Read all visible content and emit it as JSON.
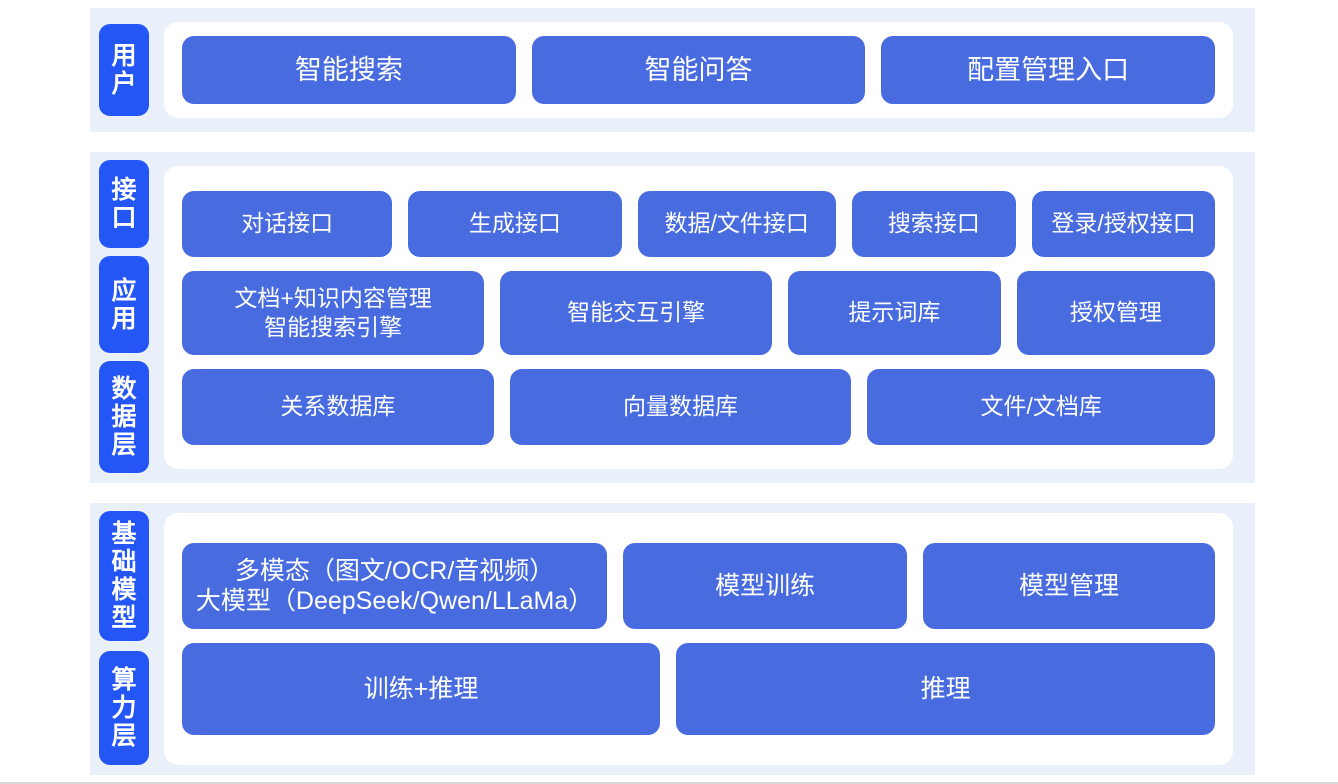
{
  "colors": {
    "band_background": "#eaf0f9",
    "card_background": "#ffffff",
    "layer_chip": "#2455f5",
    "node": "#486ce0",
    "node_text": "#ffffff",
    "page_background": "#ffffff"
  },
  "sections": [
    {
      "id": "user",
      "label": "用户",
      "rows": [
        {
          "id": "user-entries",
          "nodes": [
            {
              "label": "智能搜索"
            },
            {
              "label": "智能问答"
            },
            {
              "label": "配置管理入口"
            }
          ]
        }
      ]
    },
    {
      "id": "middle",
      "labels": [
        {
          "id": "interface",
          "label": "接口"
        },
        {
          "id": "application",
          "label": "应用"
        },
        {
          "id": "data",
          "label": "数据层"
        }
      ],
      "rows": [
        {
          "id": "interface",
          "nodes": [
            {
              "label": "对话接口"
            },
            {
              "label": "生成接口"
            },
            {
              "label": "数据/文件接口"
            },
            {
              "label": "搜索接口"
            },
            {
              "label": "登录/授权接口"
            }
          ]
        },
        {
          "id": "application",
          "nodes": [
            {
              "line1": "文档+知识内容管理",
              "line2": "智能搜索引擎"
            },
            {
              "label": "智能交互引擎"
            },
            {
              "label": "提示词库"
            },
            {
              "label": "授权管理"
            }
          ]
        },
        {
          "id": "data",
          "nodes": [
            {
              "label": "关系数据库"
            },
            {
              "label": "向量数据库"
            },
            {
              "label": "文件/文档库"
            }
          ]
        }
      ]
    },
    {
      "id": "base",
      "labels": [
        {
          "id": "foundation-model",
          "label": "基础模型"
        },
        {
          "id": "compute",
          "label": "算力层"
        }
      ],
      "rows": [
        {
          "id": "model",
          "nodes": [
            {
              "line1": "多模态（图文/OCR/音视频）",
              "line2": "大模型（DeepSeek/Qwen/LLaMa）"
            },
            {
              "label": "模型训练"
            },
            {
              "label": "模型管理"
            }
          ]
        },
        {
          "id": "compute",
          "nodes": [
            {
              "label": "训练+推理"
            },
            {
              "label": "推理"
            }
          ]
        }
      ]
    }
  ]
}
